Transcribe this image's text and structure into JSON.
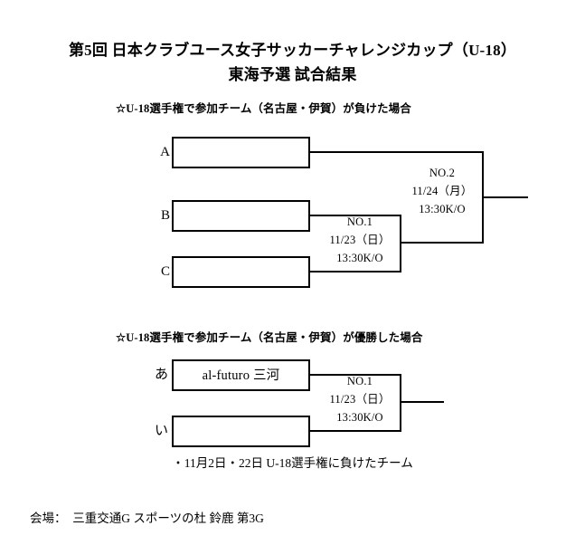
{
  "document": {
    "title_line_1": "第5回 日本クラブユース女子サッカーチャレンジカップ（U-18）",
    "title_line_2": "東海予選 試合結果"
  },
  "section_1": {
    "heading": "☆U-18選手権で参加チーム（名古屋・伊賀）が負けた場合",
    "seeds": [
      {
        "label": "A",
        "team": ""
      },
      {
        "label": "B",
        "team": ""
      },
      {
        "label": "C",
        "team": ""
      }
    ],
    "matches": [
      {
        "id": "NO.1",
        "number": "NO.1",
        "date": "11/23（日）",
        "kickoff": "13:30K/O"
      },
      {
        "id": "NO.2",
        "number": "NO.2",
        "date": "11/24（月）",
        "kickoff": "13:30K/O"
      }
    ]
  },
  "section_2": {
    "heading": "☆U-18選手権で参加チーム（名古屋・伊賀）が優勝した場合",
    "seeds": [
      {
        "label": "あ",
        "team": "al-futuro 三河"
      },
      {
        "label": "い",
        "team": ""
      }
    ],
    "matches": [
      {
        "id": "NO.1",
        "number": "NO.1",
        "date": "11/23（日）",
        "kickoff": "13:30K/O"
      }
    ],
    "note": "・11月2日・22日 U-18選手権に負けたチーム"
  },
  "footer": {
    "venue": "会場：　三重交通G スポーツの杜 鈴鹿 第3G"
  }
}
